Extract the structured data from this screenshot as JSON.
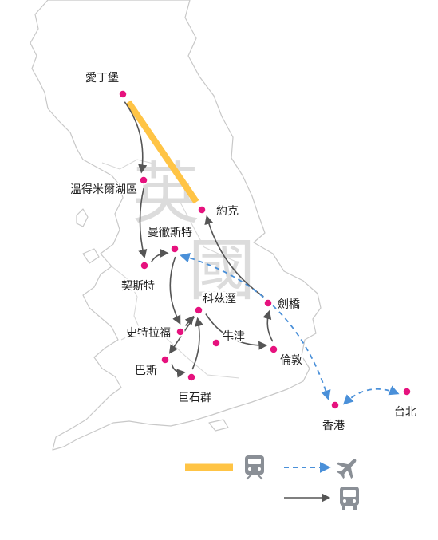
{
  "map": {
    "country_label": [
      "英",
      "國"
    ],
    "cities": [
      {
        "id": "edinburgh",
        "name": "愛丁堡"
      },
      {
        "id": "lake-district",
        "name": "溫得米爾湖區"
      },
      {
        "id": "york",
        "name": "約克"
      },
      {
        "id": "manchester",
        "name": "曼徹斯特"
      },
      {
        "id": "chester",
        "name": "契斯特"
      },
      {
        "id": "cotswolds",
        "name": "科茲溼"
      },
      {
        "id": "cambridge",
        "name": "劍橋"
      },
      {
        "id": "stratford",
        "name": "史特拉福"
      },
      {
        "id": "oxford",
        "name": "牛津"
      },
      {
        "id": "london",
        "name": "倫敦"
      },
      {
        "id": "bath",
        "name": "巴斯"
      },
      {
        "id": "stonehenge",
        "name": "巨石群"
      },
      {
        "id": "hong-kong",
        "name": "香港"
      },
      {
        "id": "taipei",
        "name": "台北"
      }
    ],
    "routes": {
      "train": [
        [
          "edinburgh",
          "york"
        ]
      ],
      "flight": [
        [
          "manchester",
          "hong-kong"
        ],
        [
          "hong-kong",
          "taipei"
        ]
      ],
      "coach": [
        [
          "edinburgh",
          "lake-district"
        ],
        [
          "lake-district",
          "chester"
        ],
        [
          "chester",
          "manchester"
        ],
        [
          "manchester",
          "stratford"
        ],
        [
          "stratford",
          "cotswolds"
        ],
        [
          "cotswolds",
          "bath"
        ],
        [
          "bath",
          "stonehenge"
        ],
        [
          "stonehenge",
          "cotswolds"
        ],
        [
          "cotswolds",
          "london"
        ],
        [
          "london",
          "cambridge"
        ],
        [
          "cambridge",
          "york"
        ]
      ]
    },
    "legend": [
      {
        "mode": "train",
        "icon": "train-icon"
      },
      {
        "mode": "flight",
        "icon": "airplane-icon"
      },
      {
        "mode": "coach",
        "icon": "bus-icon"
      }
    ],
    "colors": {
      "land_fill": "#ffffff",
      "land_stroke": "#c8c8c8",
      "water": "#ffffff",
      "city_dot": "#e6127e",
      "train": "#ffc445",
      "flight": "#4a90d9",
      "coach": "#555555",
      "icon": "#8a8f96"
    }
  }
}
